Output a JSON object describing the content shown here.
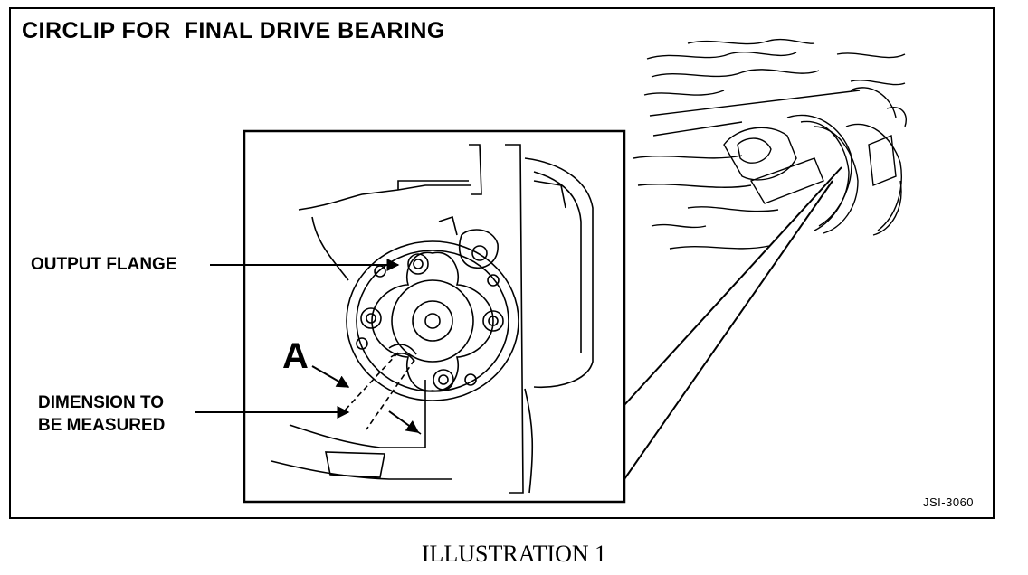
{
  "figure": {
    "title": "CIRCLIP FOR  FINAL DRIVE BEARING",
    "labels": {
      "output_flange": "OUTPUT FLANGE",
      "letter_a": "A",
      "dimension_line1": "DIMENSION TO",
      "dimension_line2": "BE MEASURED"
    },
    "figure_code": "JSI-3060"
  },
  "caption": "ILLUSTRATION 1",
  "colors": {
    "ink": "#000000",
    "paper": "#ffffff"
  }
}
